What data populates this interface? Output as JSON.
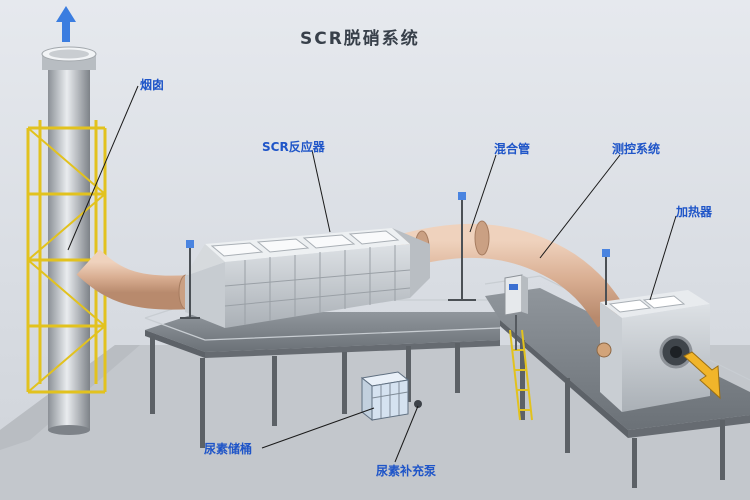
{
  "title": "SCR脱硝系统",
  "labels": {
    "chimney": "烟囱",
    "reactor": "SCR反应器",
    "mixer": "混合管",
    "control": "测控系统",
    "heater": "加热器",
    "urea_tank": "尿素储桶",
    "urea_pump": "尿素补充泵"
  },
  "icons": {
    "exhaust_arrow": "up-arrow-icon",
    "inlet_arrow": "inlet-arrow-icon"
  },
  "colors": {
    "label_blue": "#1f55c8",
    "frame_yellow": "#e2c21e",
    "duct": "#d9ae92",
    "platform": "#80868c",
    "arrow_blue": "#3b7de0"
  }
}
